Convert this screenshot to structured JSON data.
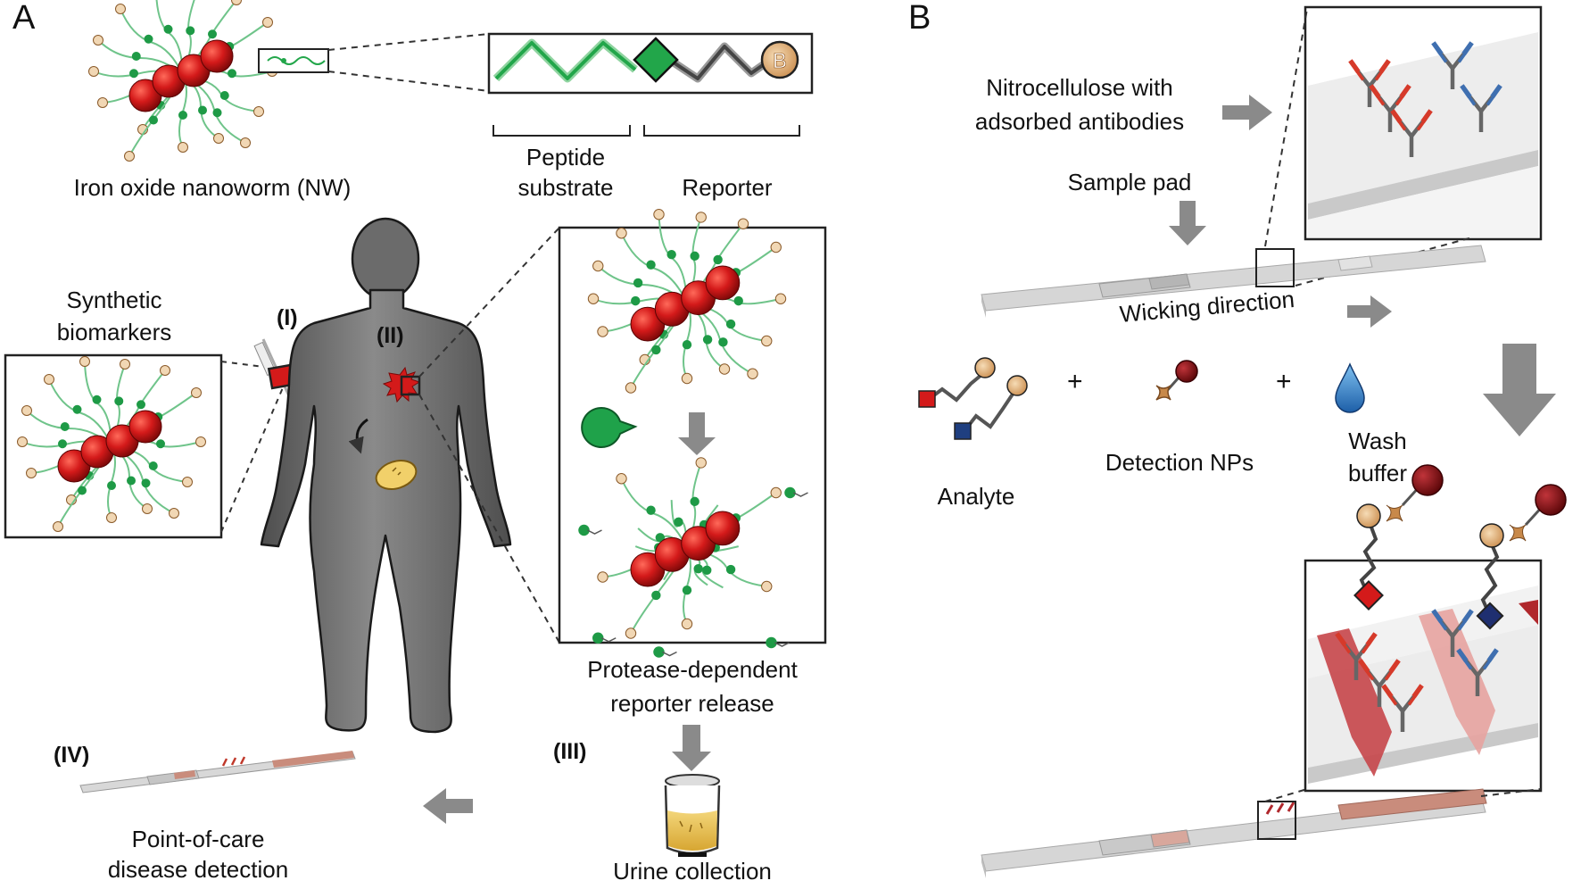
{
  "panels": {
    "a": "A",
    "b": "B"
  },
  "panel_a": {
    "nanoworm_label": "Iron oxide nanoworm (NW)",
    "peptide_label_1": "Peptide",
    "peptide_label_2": "substrate",
    "reporter_label": "Reporter",
    "reporter_badge": "B",
    "synthetic_1": "Synthetic",
    "synthetic_2": "biomarkers",
    "step_1": "(I)",
    "step_2": "(II)",
    "step_3": "(III)",
    "step_4": "(IV)",
    "protease_1": "Protease-dependent",
    "protease_2": "reporter release",
    "urine": "Urine collection",
    "poc_1": "Point-of-care",
    "poc_2": "disease detection"
  },
  "panel_b": {
    "nitro_1": "Nitrocellulose with",
    "nitro_2": "adsorbed antibodies",
    "sample_pad": "Sample pad",
    "wicking": "Wicking direction",
    "analyte": "Analyte",
    "detection": "Detection NPs",
    "wash_1": "Wash",
    "wash_2": "buffer",
    "plus": "+"
  },
  "colors": {
    "nanoparticle_red": "#d41a1a",
    "peptide_green": "#22a64a",
    "reporter_tan": "#d9a66b",
    "body_gray": "#6b6b6b",
    "arrow_gray": "#8a8a8a",
    "antibody_red": "#d63a2a",
    "antibody_blue": "#3f6fb0",
    "line_pink": "#c9706a",
    "np_darkred": "#8a0f12",
    "wash_blue": "#2f7fc9"
  }
}
